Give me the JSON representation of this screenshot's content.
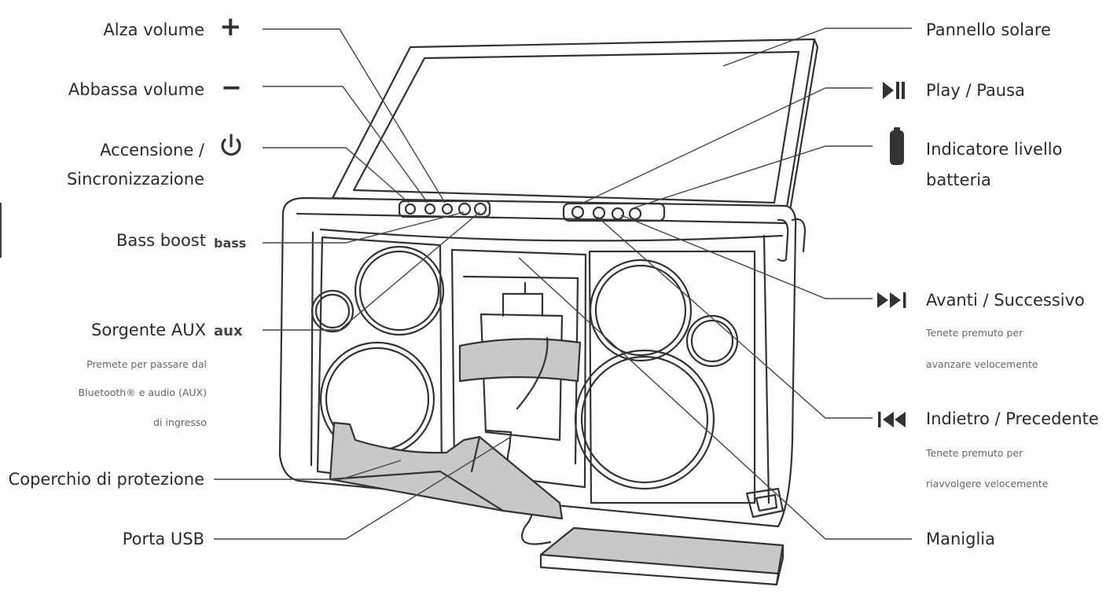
{
  "labels_left": {
    "volume_up": "Alza volume",
    "volume_down": "Abbassa volume",
    "power_line1": "Accensione /",
    "power_line2": "Sincronizzazione",
    "bass": "Bass boost",
    "aux": "Sorgente AUX",
    "aux_note1": "Premete per passare dal",
    "aux_note2": "Bluetooth® e audio (AUX)",
    "aux_note3": "di ingresso",
    "cover": "Coperchio di protezione",
    "usb": "Porta USB"
  },
  "labels_right": {
    "solar": "Pannello solare",
    "play": "Play / Pausa",
    "battery_line1": "Indicatore livello",
    "battery_line2": "batteria",
    "next": "Avanti / Successivo",
    "next_note1": "Tenete premuto per",
    "next_note2": "avanzare velocemente",
    "prev": "Indietro / Precedente",
    "prev_note1": "Tenete premuto per",
    "prev_note2": "riavvolgere velocemente",
    "handle": "Maniglia"
  },
  "symbols": {
    "plus": "+",
    "minus": "−",
    "bass_word": "bass",
    "aux_word": "aux"
  },
  "icons": [
    "plus-icon",
    "minus-icon",
    "power-icon",
    "bass-icon",
    "aux-icon",
    "play-pause-icon",
    "battery-icon",
    "next-icon",
    "previous-icon"
  ],
  "colors": {
    "line": "#333333",
    "panel_fill": "#ffffff",
    "tray_fill": "#c8c8c8",
    "text": "#2b2b2b"
  }
}
